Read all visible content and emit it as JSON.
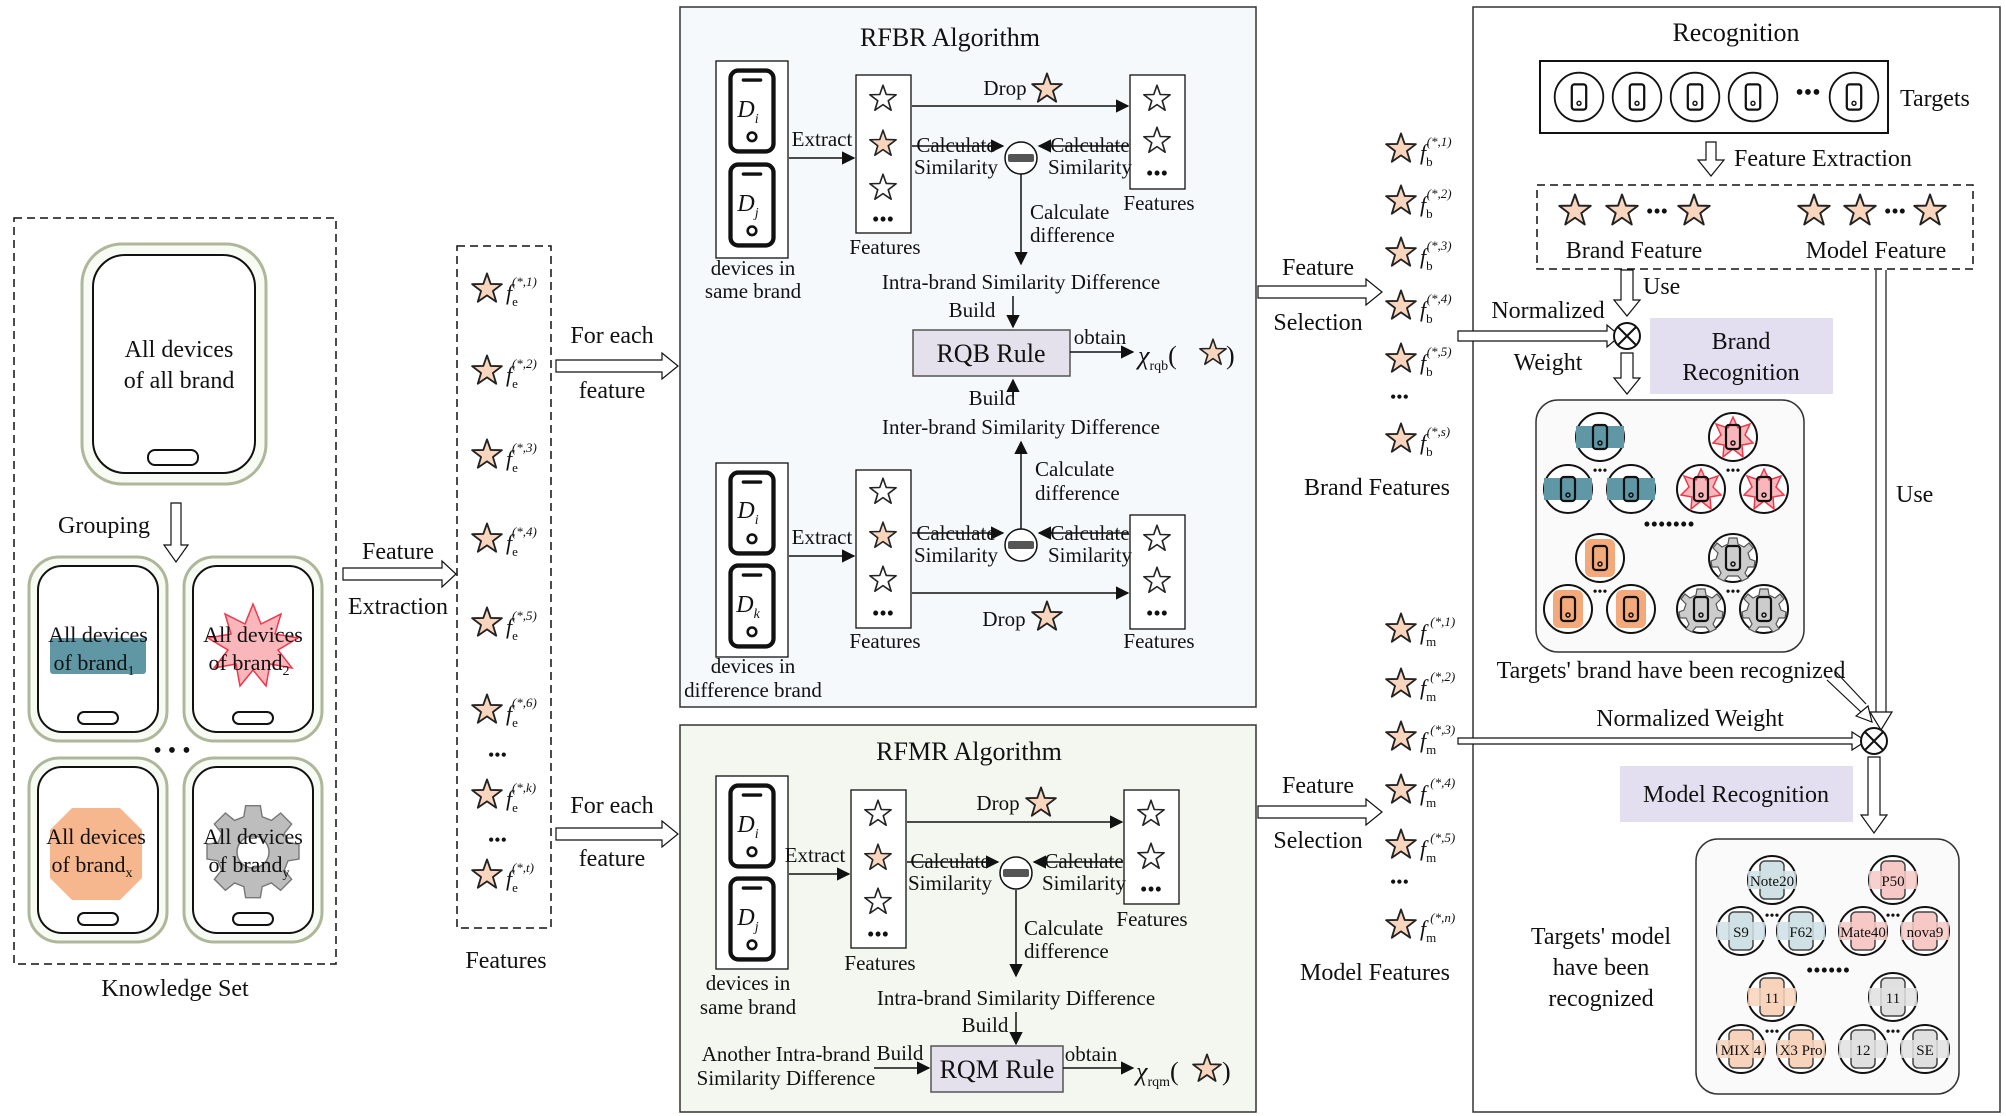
{
  "knowledge": {
    "all_line1": "All devices",
    "all_line2": "of all brand",
    "grouping": "Grouping",
    "brand_line1": "All devices",
    "brand_line2_prefix": "of brand",
    "subs": [
      "1",
      "2",
      "x",
      "y"
    ],
    "dots": "• • •",
    "caption": "Knowledge Set"
  },
  "extraction": {
    "line1": "Feature",
    "line2": "Extraction"
  },
  "features_col": {
    "base": "f",
    "sub": "e",
    "sups": [
      "(*,1)",
      "(*,2)",
      "(*,3)",
      "(*,4)",
      "(*,5)",
      "(*,6)",
      "(*,k)",
      "(*,t)"
    ],
    "dots": "•••",
    "caption": "Features"
  },
  "for_each": {
    "line1": "For each",
    "line2": "feature"
  },
  "rfbr": {
    "title": "RFBR Algorithm",
    "dev_i": "D",
    "dev_i_sub": "i",
    "dev_j": "D",
    "dev_j_sub": "j",
    "dev_k": "D",
    "dev_k_sub": "k",
    "extract": "Extract",
    "features": "Features",
    "drop": "Drop",
    "calc1": "Calculate",
    "calc2": "Similarity",
    "calc_diff1": "Calculate",
    "calc_diff2": "difference",
    "same_brand1": "devices in",
    "same_brand2": "same brand",
    "diff_brand1": "devices in",
    "diff_brand2": "difference brand",
    "intra": "Intra-brand Similarity Difference",
    "inter": "Inter-brand Similarity Difference",
    "build": "Build",
    "rule": "RQB Rule",
    "obtain": "obtain",
    "chi": "χ",
    "chi_sub": "rqb"
  },
  "rfmr": {
    "title": "RFMR Algorithm",
    "dev_i": "D",
    "dev_i_sub": "i",
    "dev_j": "D",
    "dev_j_sub": "j",
    "extract": "Extract",
    "features": "Features",
    "drop": "Drop",
    "calc1": "Calculate",
    "calc2": "Similarity",
    "calc_diff1": "Calculate",
    "calc_diff2": "difference",
    "same_brand1": "devices in",
    "same_brand2": "same brand",
    "intra": "Intra-brand Similarity Difference",
    "another1": "Another Intra-brand",
    "another2": "Similarity Difference",
    "build": "Build",
    "rule": "RQM Rule",
    "obtain": "obtain",
    "chi": "χ",
    "chi_sub": "rqm"
  },
  "selection": {
    "line1": "Feature",
    "line2": "Selection"
  },
  "brand_features": {
    "base": "f",
    "sub": "b",
    "sups": [
      "(*,1)",
      "(*,2)",
      "(*,3)",
      "(*,4)",
      "(*,5)",
      "(*,s)"
    ],
    "dots": "•••",
    "caption": "Brand Features"
  },
  "model_features": {
    "base": "f",
    "sub": "m",
    "sups": [
      "(*,1)",
      "(*,2)",
      "(*,3)",
      "(*,4)",
      "(*,5)",
      "(*,n)"
    ],
    "dots": "•••",
    "caption": "Model Features"
  },
  "recognition": {
    "title": "Recognition",
    "targets": "Targets",
    "targets_dots": "•••",
    "feature_extraction": "Feature Extraction",
    "brand_feature": "Brand Feature",
    "model_feature": "Model Feature",
    "star_dots": "•••",
    "use": "Use",
    "normalized": "Normalized",
    "weight": "Weight",
    "brand_rec1": "Brand",
    "brand_rec2": "Recognition",
    "group_dots": "•••••••",
    "targets_brand": "Targets' brand have been recognized",
    "normalized_weight": "Normalized Weight",
    "model_rec": "Model Recognition",
    "targets_model1": "Targets' model",
    "targets_model2": "have been",
    "targets_model3": "recognized",
    "models": [
      "Note20",
      "P50",
      "S9",
      "F62",
      "Mate40",
      "nova9",
      "11",
      "11",
      "MIX 4",
      "X3 Pro",
      "12",
      "SE"
    ],
    "model_dots": "••••••"
  },
  "colors": {
    "star_fill": "#f9d5bd",
    "panel_blue": "#f5f9fb",
    "panel_green": "#f4f7f0",
    "rule_fill": "#e4e0ec",
    "purple_box": "#e3def0",
    "brand_teal": "#5f97a5",
    "brand_red": "#f2374a",
    "brand_orange": "#f4a97a",
    "brand_gray": "#9a9a9a"
  }
}
